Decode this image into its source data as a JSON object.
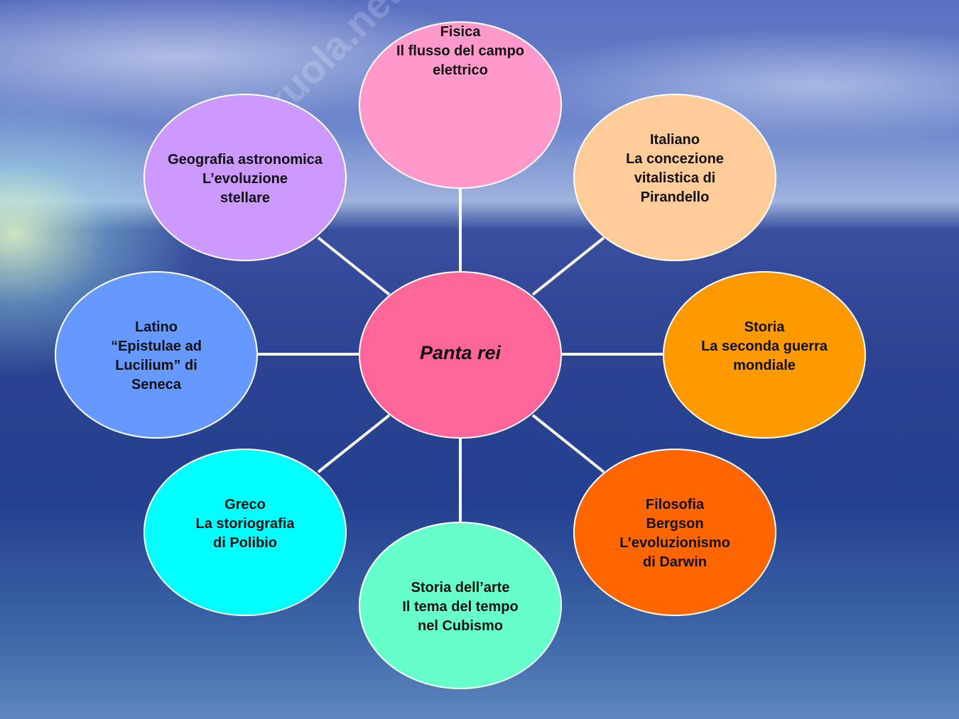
{
  "center": {
    "label": "Panta rei",
    "color": "#ff6699"
  },
  "nodes": [
    {
      "id": "fisica",
      "color": "#ff99cc",
      "lines": [
        "Fisica",
        "Il flusso del campo",
        "elettrico"
      ]
    },
    {
      "id": "italiano",
      "color": "#ffcc99",
      "lines": [
        "Italiano",
        "La concezione",
        "vitalistica di",
        "Pirandello"
      ]
    },
    {
      "id": "storia",
      "color": "#ff9900",
      "lines": [
        "Storia",
        "La seconda guerra",
        "mondiale"
      ]
    },
    {
      "id": "filosofia",
      "color": "#ff6600",
      "lines": [
        "Filosofia",
        "Bergson",
        "L’evoluzionismo",
        "di Darwin"
      ]
    },
    {
      "id": "arte",
      "color": "#66ffcc",
      "lines": [
        "Storia dell’arte",
        "Il tema del tempo",
        "nel Cubismo"
      ]
    },
    {
      "id": "greco",
      "color": "#00ffff",
      "lines": [
        "Greco",
        "La storiografia",
        "di Polibio"
      ]
    },
    {
      "id": "latino",
      "color": "#6699ff",
      "lines": [
        "Latino",
        "“Epistulae ad",
        "Lucilium” di",
        "Seneca"
      ]
    },
    {
      "id": "geografia",
      "color": "#cc99ff",
      "lines": [
        "Geografia astronomica",
        "L’evoluzione",
        "stellare"
      ]
    }
  ],
  "watermark": "Skuola.net"
}
